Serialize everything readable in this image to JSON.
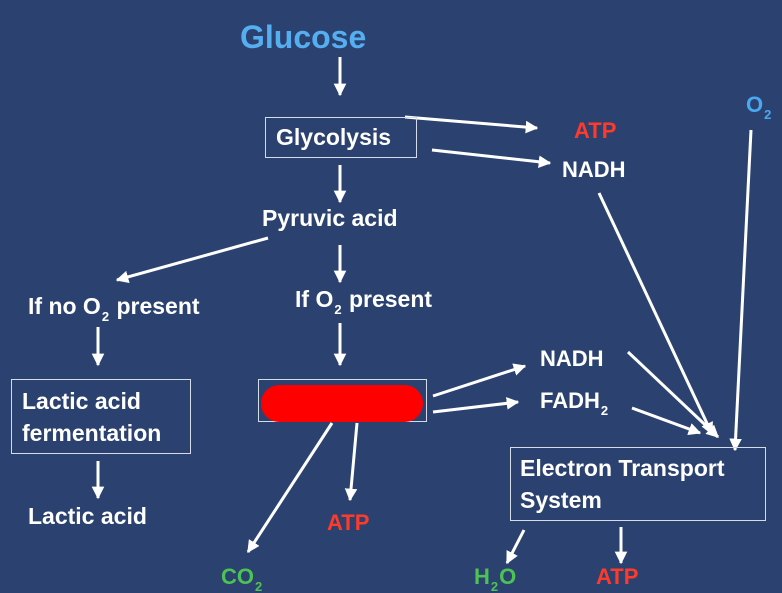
{
  "colors": {
    "background": "#2b4270",
    "text": "#ffffff",
    "glucose": "#55aef0",
    "atp": "#ff3a2a",
    "product_green": "#4cc352",
    "oxygen": "#4aa8ee",
    "redaction": "#ff0000"
  },
  "nodes": {
    "glucose": "Glucose",
    "glycolysis": "Glycolysis",
    "atp_glycolysis": "ATP",
    "nadh_glycolysis": "NADH",
    "o2_top": {
      "main": "O",
      "sub": "2"
    },
    "pyruvic_acid": "Pyruvic acid",
    "if_no_o2": {
      "pre": "If no O",
      "sub": "2",
      "post": " present"
    },
    "if_o2": {
      "pre": "If O",
      "sub": "2",
      "post": " present"
    },
    "lactic_fermentation_line1": "Lactic acid",
    "lactic_fermentation_line2": "fermentation",
    "lactic_acid": "Lactic acid",
    "nadh_krebs": "NADH",
    "fadh2": {
      "main": "FADH",
      "sub": "2"
    },
    "ets_line1": "Electron Transport",
    "ets_line2": "System",
    "co2": {
      "main": "CO",
      "sub": "2"
    },
    "atp_krebs": "ATP",
    "h2o": {
      "pre": "H",
      "sub": "2",
      "post": "O"
    },
    "atp_ets": "ATP"
  }
}
